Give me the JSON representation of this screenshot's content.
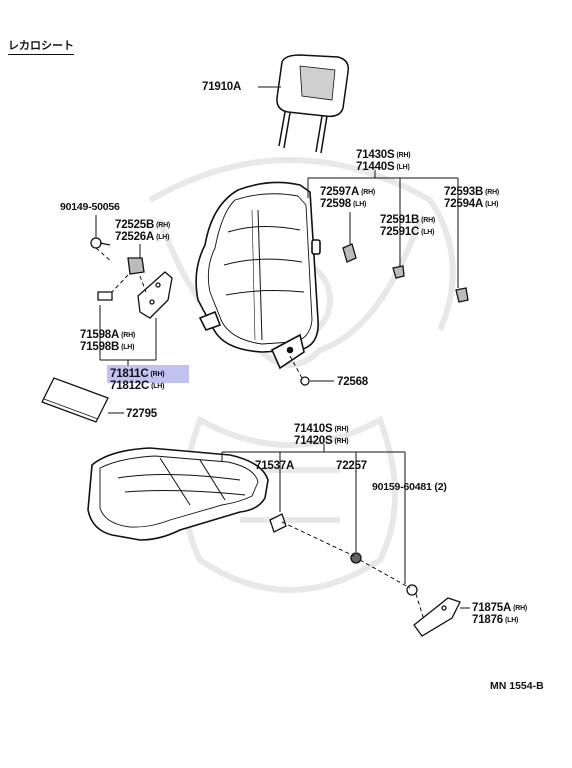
{
  "title": "レカロシート",
  "watermark_icon": "samurai-helmet-watermark",
  "highlight_color": "#8f8fe6",
  "footer_code": "MN 1554-B",
  "parts": {
    "headrest": {
      "number": "71910A"
    },
    "back_cover": {
      "rh": {
        "number": "71430S",
        "side": "(RH)"
      },
      "lh": {
        "number": "71440S",
        "side": "(LH)"
      }
    },
    "bracket_a": {
      "rh": {
        "number": "72597A",
        "side": "(RH)"
      },
      "lh": {
        "number": "72598",
        "side": "(LH)"
      }
    },
    "bracket_b": {
      "rh": {
        "number": "72593B",
        "side": "(RH)"
      },
      "lh": {
        "number": "72594A",
        "side": "(LH)"
      }
    },
    "bracket_c": {
      "rh": {
        "number": "72591B",
        "side": "(RH)"
      },
      "lh": {
        "number": "72591C",
        "side": "(LH)"
      }
    },
    "screw_90149": {
      "number": "90149-50056"
    },
    "knob": {
      "rh": {
        "number": "72525B",
        "side": "(RH)"
      },
      "lh": {
        "number": "72526A",
        "side": "(LH)"
      }
    },
    "hinge": {
      "rh": {
        "number": "71598A",
        "side": "(RH)"
      },
      "lh": {
        "number": "71598B",
        "side": "(LH)"
      }
    },
    "cover_812": {
      "rh": {
        "number": "71811C",
        "side": "(RH)"
      },
      "lh": {
        "number": "71812C",
        "side": "(LH)"
      }
    },
    "clip_72568": {
      "number": "72568"
    },
    "pad_72795": {
      "number": "72795"
    },
    "cushion": {
      "rh": {
        "number": "71410S",
        "side": "(RH)"
      },
      "lh": {
        "number": "71420S",
        "side": "(RH)"
      }
    },
    "part_71537A": {
      "number": "71537A"
    },
    "part_72257": {
      "number": "72257"
    },
    "screw_90159": {
      "number": "90159-60481",
      "qty": "(2)"
    },
    "shield": {
      "rh": {
        "number": "71875A",
        "side": "(RH)"
      },
      "lh": {
        "number": "71876",
        "side": "(LH)"
      }
    }
  }
}
